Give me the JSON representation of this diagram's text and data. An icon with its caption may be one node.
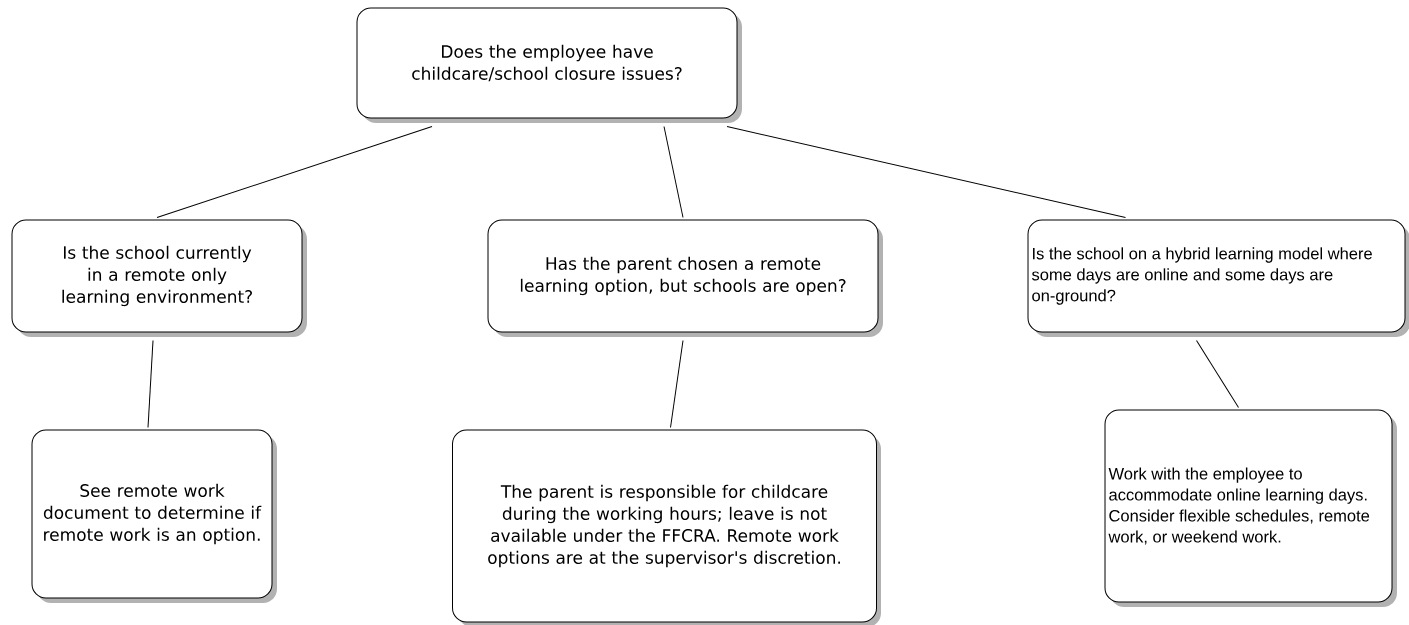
{
  "diagram": {
    "nodes": [
      {
        "text": [
          "Does the employee have childcare/school closure issues?"
        ]
      },
      {
        "text": [
          "Is the school currently in a remote only learning environment?"
        ]
      },
      {
        "text": [
          "Has the parent chosen a remote learning option, but schools are open?"
        ]
      },
      {
        "text": [
          "Is the school on a hybrid learning model where some days are online and some days are on-ground?"
        ]
      },
      {
        "text": [
          "See remote work document to determine if remote work is an option."
        ]
      },
      {
        "text": [
          "The parent is responsible for childcare during the working hours; leave is not available under the FFCRA. Remote work options are at the supervisor's discretion."
        ]
      },
      {
        "text": [
          "Work with the employee to accommodate online learning days. Consider flexible schedules, remote work, or weekend work."
        ]
      }
    ],
    "edges": [
      {
        "from": 0,
        "to": 1,
        "arrow": "none"
      },
      {
        "from": 0,
        "to": 2,
        "arrow": "none"
      },
      {
        "from": 0,
        "to": 3,
        "arrow": "none"
      },
      {
        "from": 1,
        "to": 4,
        "arrow": "none"
      },
      {
        "from": 2,
        "to": 5,
        "arrow": "none"
      },
      {
        "from": 3,
        "to": 6,
        "arrow": "none"
      }
    ]
  }
}
